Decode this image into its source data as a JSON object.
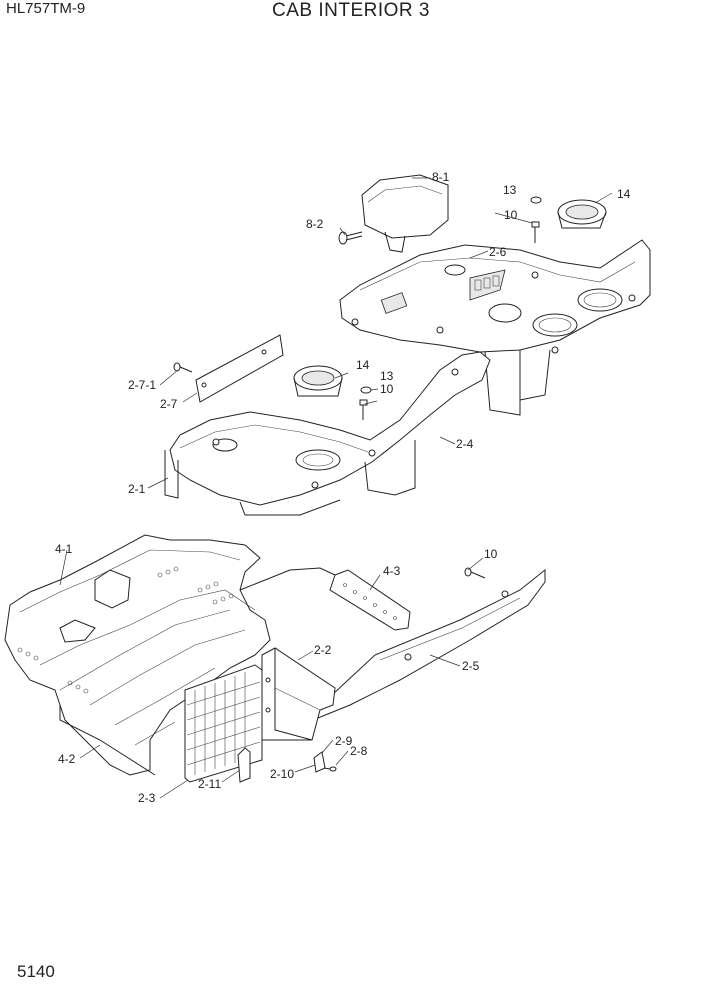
{
  "header": {
    "model": "HL757TM-9",
    "title": "CAB INTERIOR 3"
  },
  "footer": {
    "page_number": "5140"
  },
  "callouts": {
    "c8_1": "8-1",
    "c8_2": "8-2",
    "c13a": "13",
    "c10a": "10",
    "c14a": "14",
    "c2_6": "2-6",
    "c2_7_1": "2-7-1",
    "c2_7": "2-7",
    "c14b": "14",
    "c13b": "13",
    "c10b": "10",
    "c2_4": "2-4",
    "c2_1": "2-1",
    "c4_1": "4-1",
    "c10c": "10",
    "c4_3": "4-3",
    "c2_2": "2-2",
    "c2_5": "2-5",
    "c2_9": "2-9",
    "c2_8": "2-8",
    "c4_2": "4-2",
    "c2_11": "2-11",
    "c2_10": "2-10",
    "c2_3": "2-3"
  }
}
